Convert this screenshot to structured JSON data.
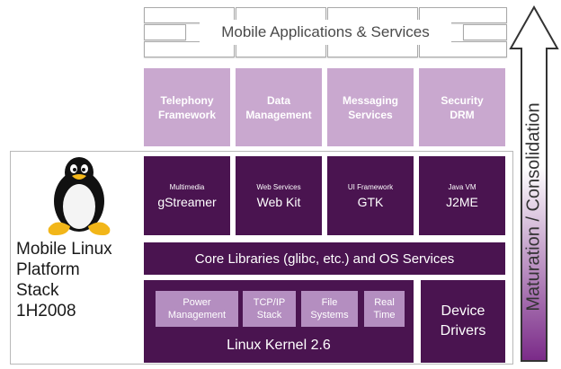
{
  "apps_band": {
    "label": "Mobile Applications & Services"
  },
  "frameworks": [
    {
      "line1": "Telephony",
      "line2": "Framework"
    },
    {
      "line1": "Data",
      "line2": "Management"
    },
    {
      "line1": "Messaging",
      "line2": "Services"
    },
    {
      "line1": "Security",
      "line2": "DRM"
    }
  ],
  "middleware": [
    {
      "small": "Multimedia",
      "big": "gStreamer"
    },
    {
      "small": "Web Services",
      "big": "Web Kit"
    },
    {
      "small": "UI Framework",
      "big": "GTK"
    },
    {
      "small": "Java VM",
      "big": "J2ME"
    }
  ],
  "core": {
    "label": "Core Libraries (glibc, etc.) and OS Services"
  },
  "kernel": {
    "components": [
      {
        "line1": "Power",
        "line2": "Management"
      },
      {
        "line1": "TCP/IP",
        "line2": "Stack"
      },
      {
        "line1": "File",
        "line2": "Systems"
      },
      {
        "line1": "Real",
        "line2": "Time"
      }
    ],
    "label": "Linux Kernel 2.6"
  },
  "drivers": {
    "line1": "Device",
    "line2": "Drivers"
  },
  "platform": {
    "line1": "Mobile Linux",
    "line2": "Platform",
    "line3": "Stack",
    "line4": "1H2008"
  },
  "arrow": {
    "label": "Maturation / Consolidation"
  },
  "colors": {
    "dark_purple": "#4a1450",
    "light_purple": "#c9a8cf",
    "lilac": "#b48ec0"
  },
  "icons": {
    "mascot": "tux-penguin-icon"
  }
}
